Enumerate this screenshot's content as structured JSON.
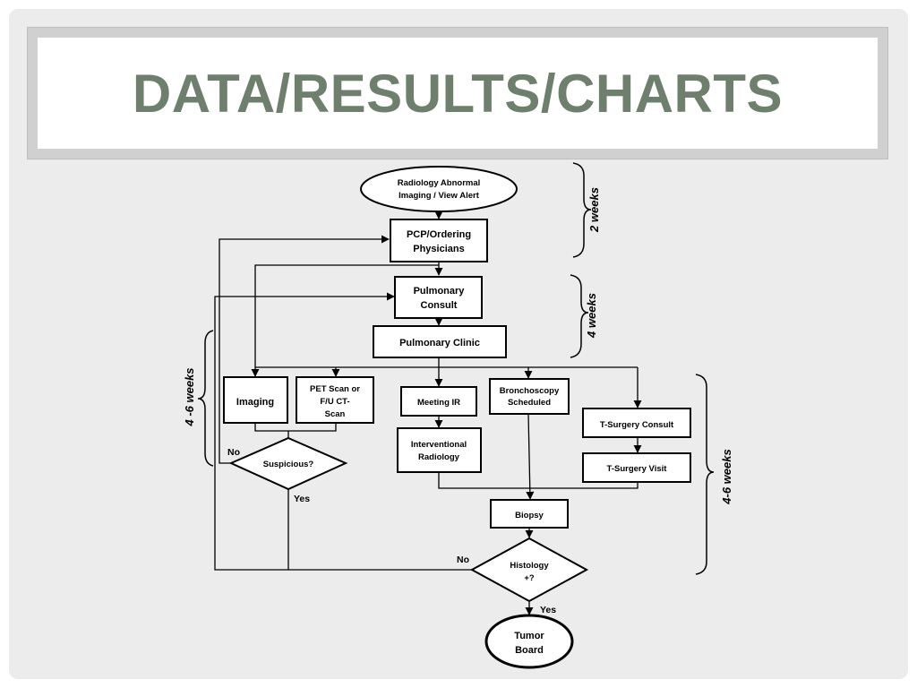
{
  "slide": {
    "title": "DATA/RESULTS/CHARTS"
  },
  "flowchart": {
    "nodes": {
      "radiology_alert": [
        "Radiology  Abnormal",
        "Imaging / View Alert"
      ],
      "pcp": [
        "PCP/Ordering",
        "Physicians"
      ],
      "pulmonary_consult": [
        "Pulmonary",
        "Consult"
      ],
      "pulmonary_clinic": [
        "Pulmonary Clinic"
      ],
      "imaging": [
        "Imaging"
      ],
      "pet_scan": [
        "PET Scan  or",
        "F/U CT-",
        "Scan"
      ],
      "meeting_ir": [
        "Meeting IR"
      ],
      "interventional_radiology": [
        "Interventional",
        "Radiology"
      ],
      "bronchoscopy": [
        "Bronchoscopy",
        "Scheduled"
      ],
      "tsurgery_consult": [
        "T-Surgery Consult"
      ],
      "tsurgery_visit": [
        "T-Surgery Visit"
      ],
      "suspicious": [
        "Suspicious?"
      ],
      "biopsy": [
        "Biopsy"
      ],
      "histology": [
        "Histology",
        "+?"
      ],
      "tumor_board": [
        "Tumor",
        "Board"
      ]
    },
    "edge_labels": {
      "suspicious_no": "No",
      "suspicious_yes": "Yes",
      "histology_no": "No",
      "histology_yes": "Yes"
    },
    "durations": {
      "stage_1": "2 weeks",
      "stage_2": "4 weeks",
      "left_span": "4 -6 weeks",
      "right_span": "4-6 weeks"
    }
  }
}
